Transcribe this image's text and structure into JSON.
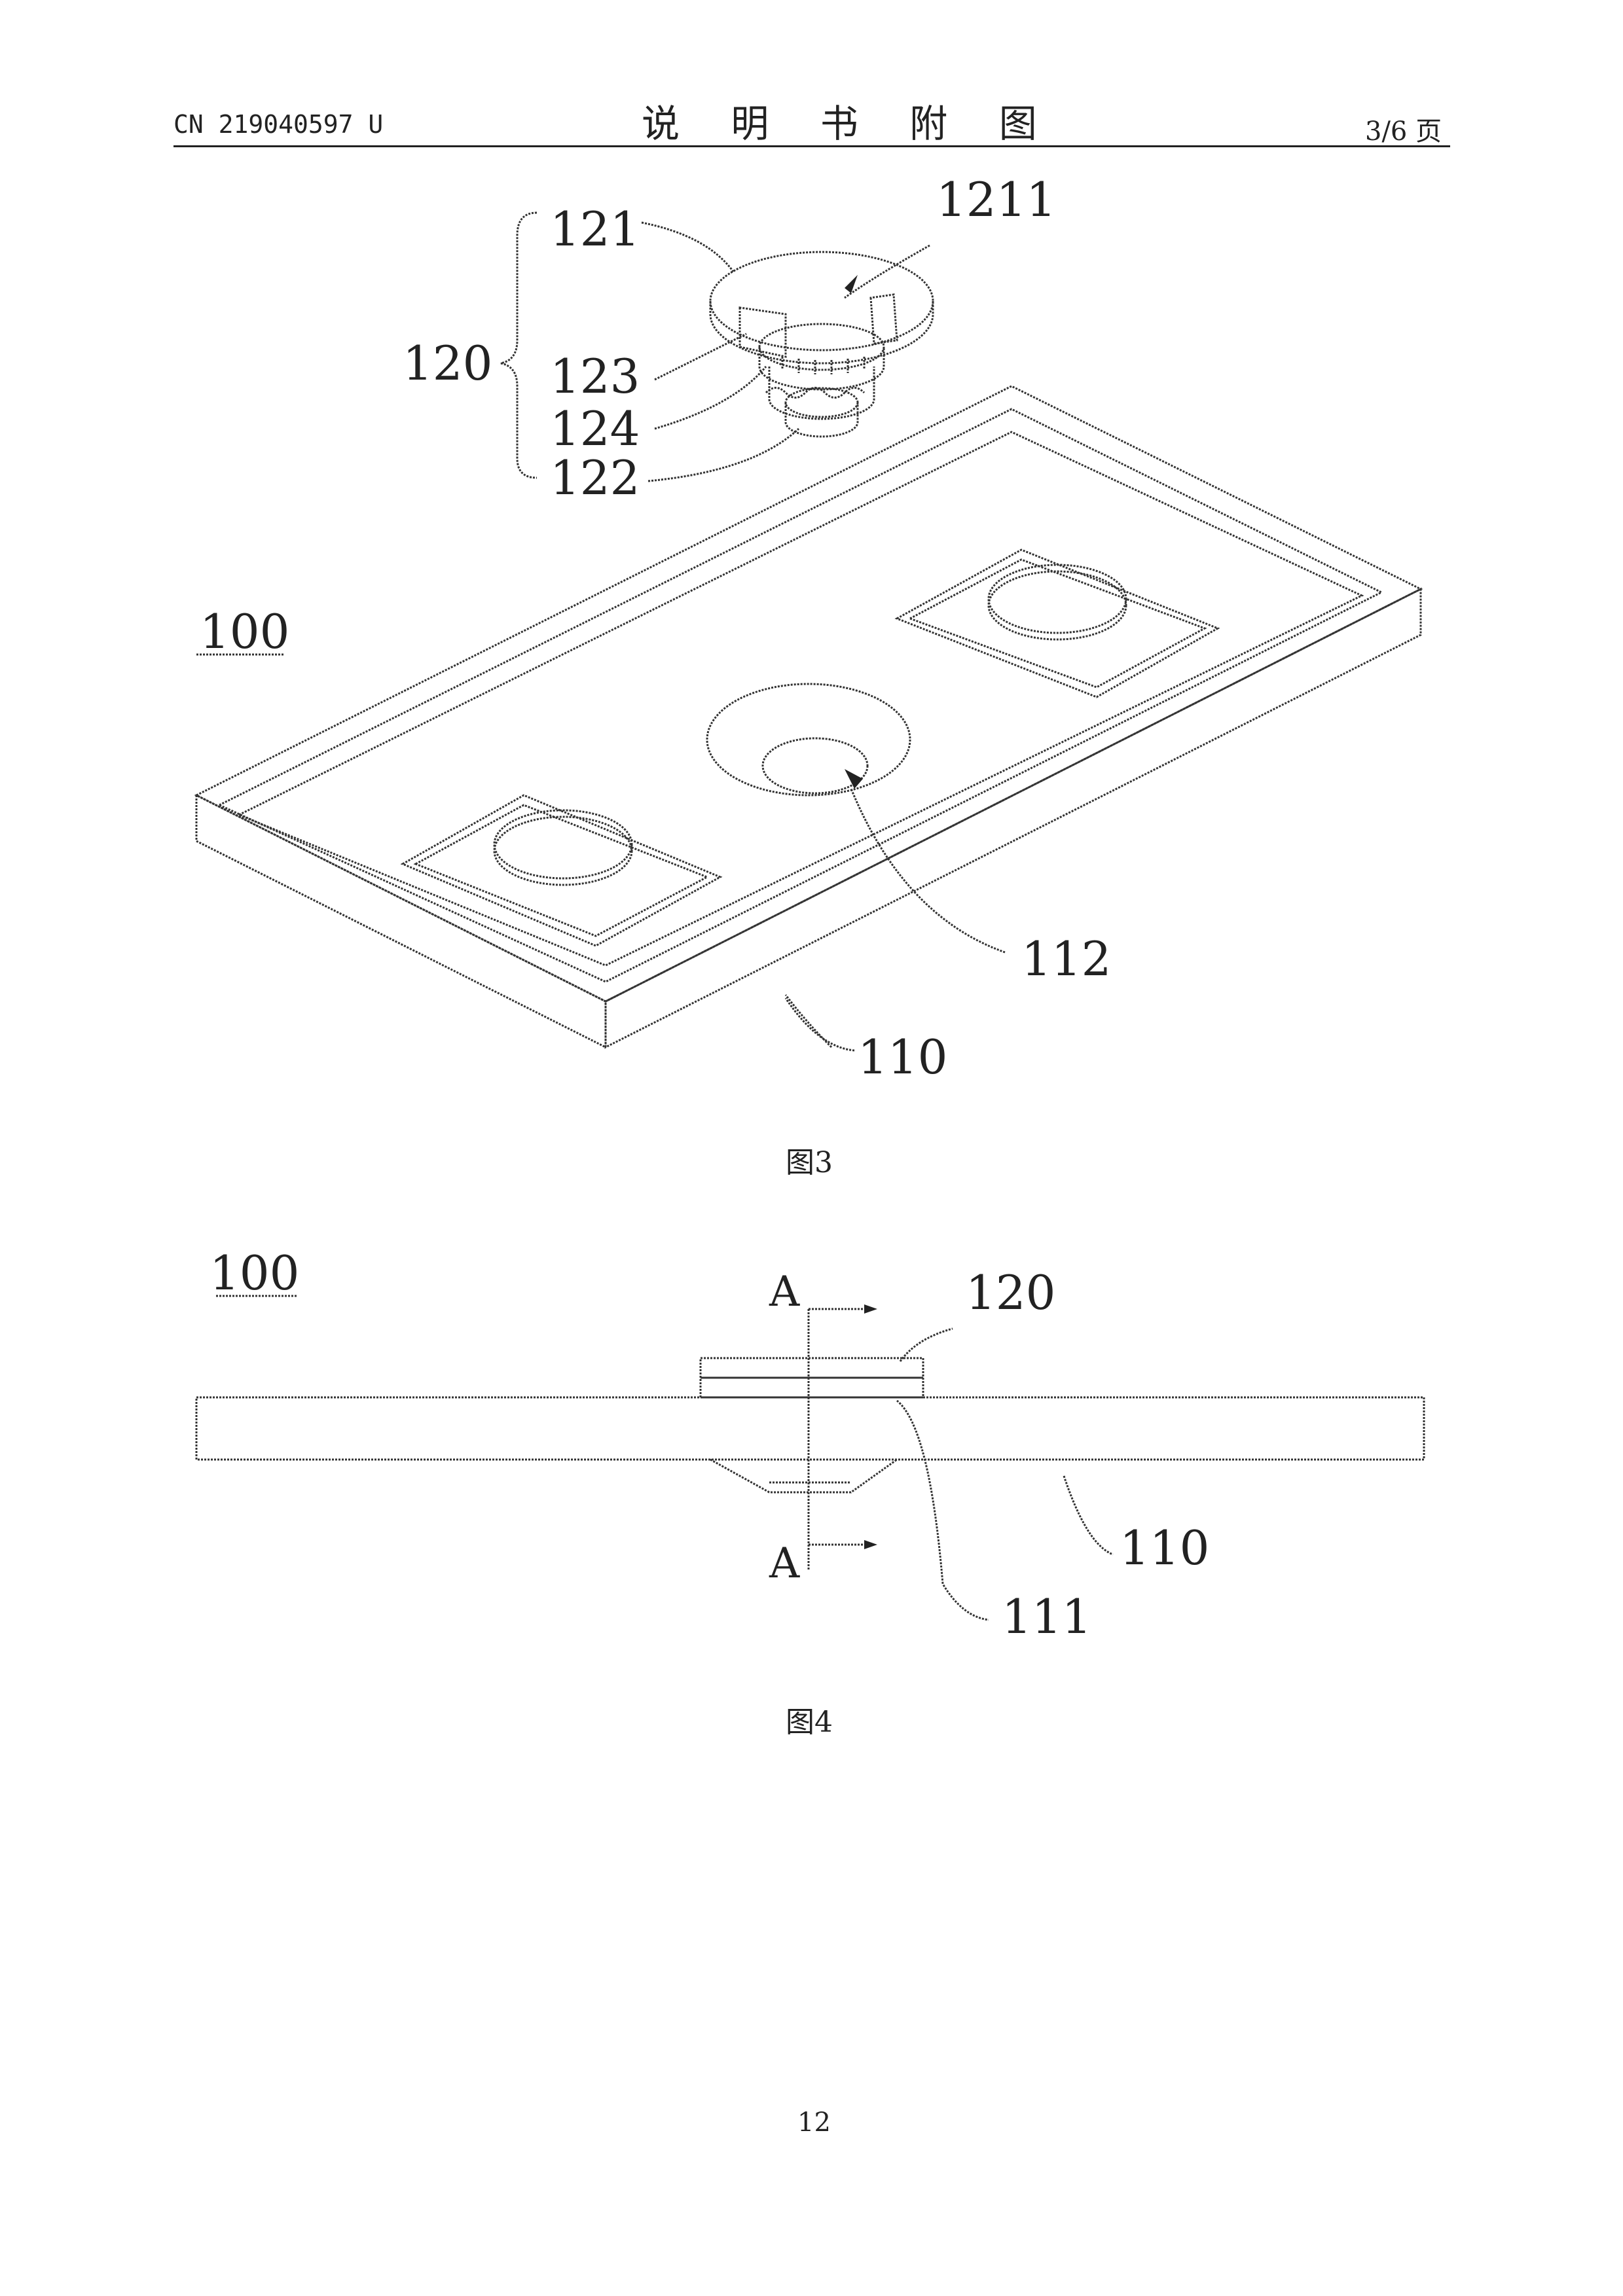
{
  "header": {
    "patent_number": "CN 219040597 U",
    "title": "说 明 书 附 图",
    "page_of": "3/6 页"
  },
  "figure3": {
    "caption": "图3",
    "labels": {
      "assembly": "100",
      "base_plate": "110",
      "hole": "112",
      "module": "120",
      "cover": "121",
      "cover_hole": "1211",
      "lens": "122",
      "clip": "123",
      "ring": "124"
    }
  },
  "figure4": {
    "caption": "图4",
    "labels": {
      "assembly": "100",
      "module": "120",
      "base_plate": "110",
      "hole": "111",
      "section_top": "A",
      "section_bottom": "A"
    }
  },
  "footer": {
    "page_number": "12"
  }
}
